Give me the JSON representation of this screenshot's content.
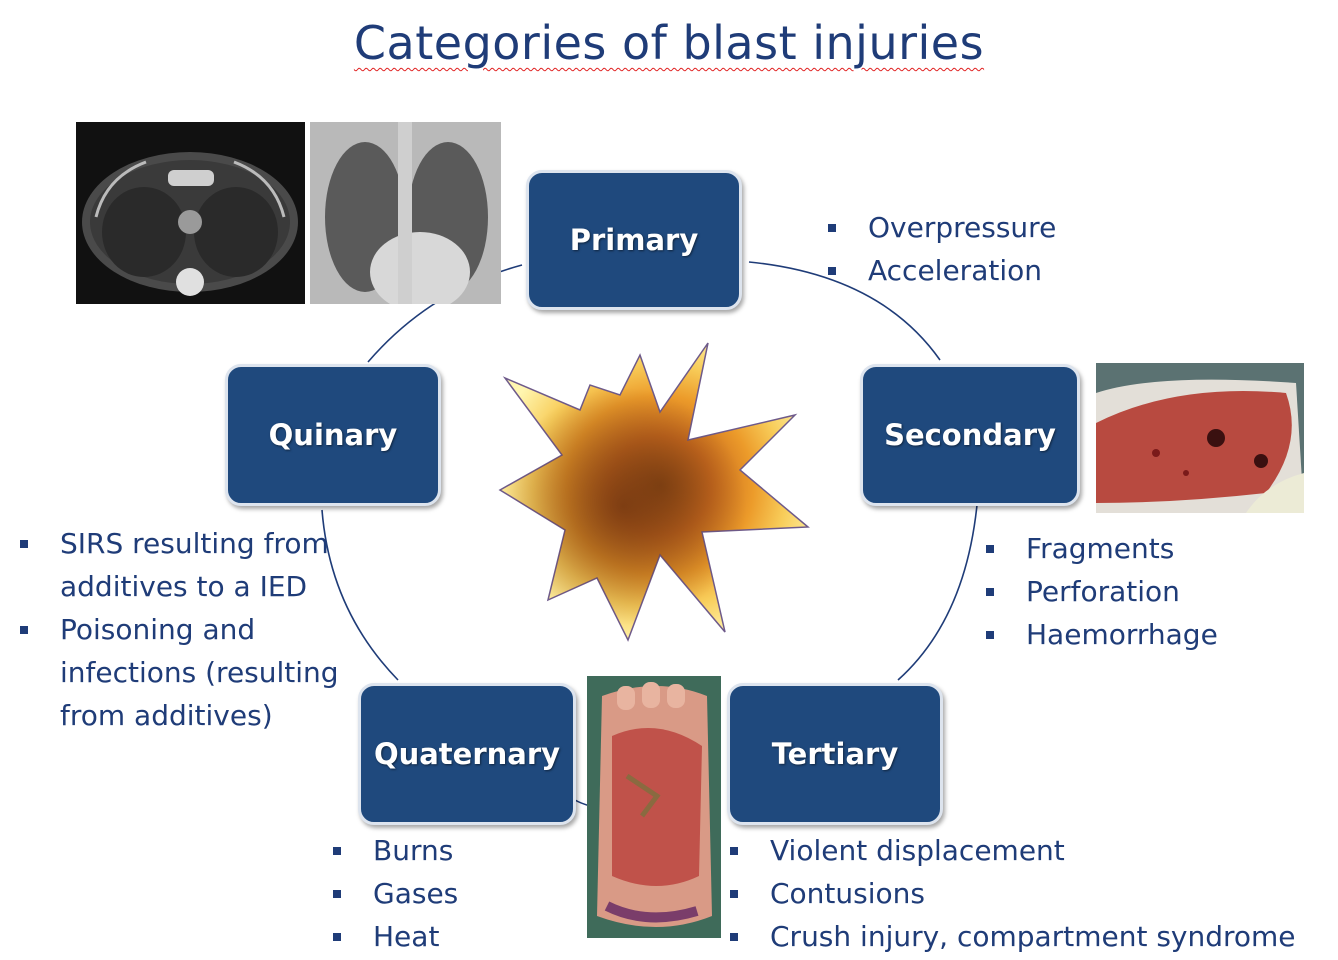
{
  "title": "Categories of blast injuries",
  "categories": {
    "primary": {
      "label": "Primary",
      "items": [
        "Overpressure",
        "Acceleration"
      ],
      "images": [
        "chest CT scan",
        "chest X-ray"
      ]
    },
    "secondary": {
      "label": "Secondary",
      "items": [
        "Fragments",
        "Perforation",
        "Haemorrhage"
      ],
      "images": [
        "fragment wounds on limb"
      ]
    },
    "tertiary": {
      "label": "Tertiary",
      "items": [
        "Violent displacement",
        "Contusions",
        "Crush injury, compartment syndrome"
      ]
    },
    "quaternary": {
      "label": "Quaternary",
      "items": [
        "Burns",
        "Gases",
        "Heat"
      ],
      "images": [
        "burned foot"
      ]
    },
    "quinary": {
      "label": "Quinary",
      "items": [
        "SIRS resulting from additives to a IED",
        "Poisoning and infections (resulting from additives)"
      ]
    }
  },
  "center_icon": "explosion-burst-icon",
  "colors": {
    "box_fill": "#1f497d",
    "text": "#1f3c78",
    "ring": "#1f3c78"
  }
}
